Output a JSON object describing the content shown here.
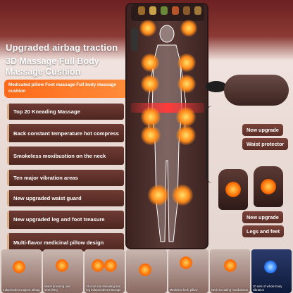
{
  "header": {
    "headline": "Upgraded airbag traction",
    "subhead": "3D Massage Full Body Massage Cushion",
    "banner": "Medicated pillow Foot massage Full body massage cushion"
  },
  "features": [
    "Top 20 Kneading Massage",
    "Back constant temperature hot compress",
    "Smokeless moxibustion on the neck",
    "Ten major vibration areas",
    "New upgraded waist guard",
    "New upgraded leg and foot treasure",
    "Multi-flavor medicinal pillow design"
  ],
  "products": {
    "waist_badge": "New upgrade",
    "waist_label": "Waist protector",
    "foot_badge": "New upgrade",
    "foot_label": "Legs and feet"
  },
  "thumbnails": [
    "Independent support airbag",
    "Waist pressing and stretching",
    "16 core coil kneading and leg independent massage",
    "",
    "Medicinal herb pillow",
    "Neck kneading moxibustion",
    "10 sets of whole body vibration"
  ],
  "colors": {
    "accent_orange": "#ff6a1a",
    "feature_bg": "#5c2f28",
    "heat": "#ffb030"
  }
}
